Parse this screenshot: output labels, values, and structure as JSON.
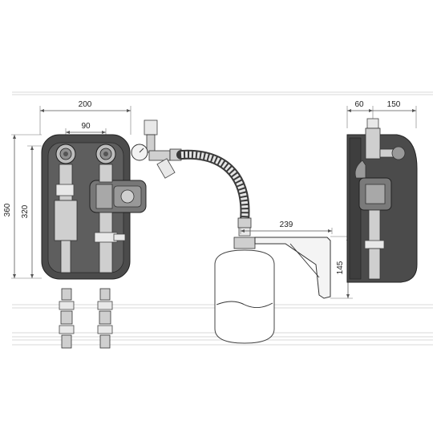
{
  "dimensions": {
    "front_width": "200",
    "port_spacing": "90",
    "total_height": "360",
    "housing_height": "320",
    "side_depth_a": "60",
    "side_depth_b": "150",
    "bracket_length": "239",
    "bracket_height": "145"
  }
}
